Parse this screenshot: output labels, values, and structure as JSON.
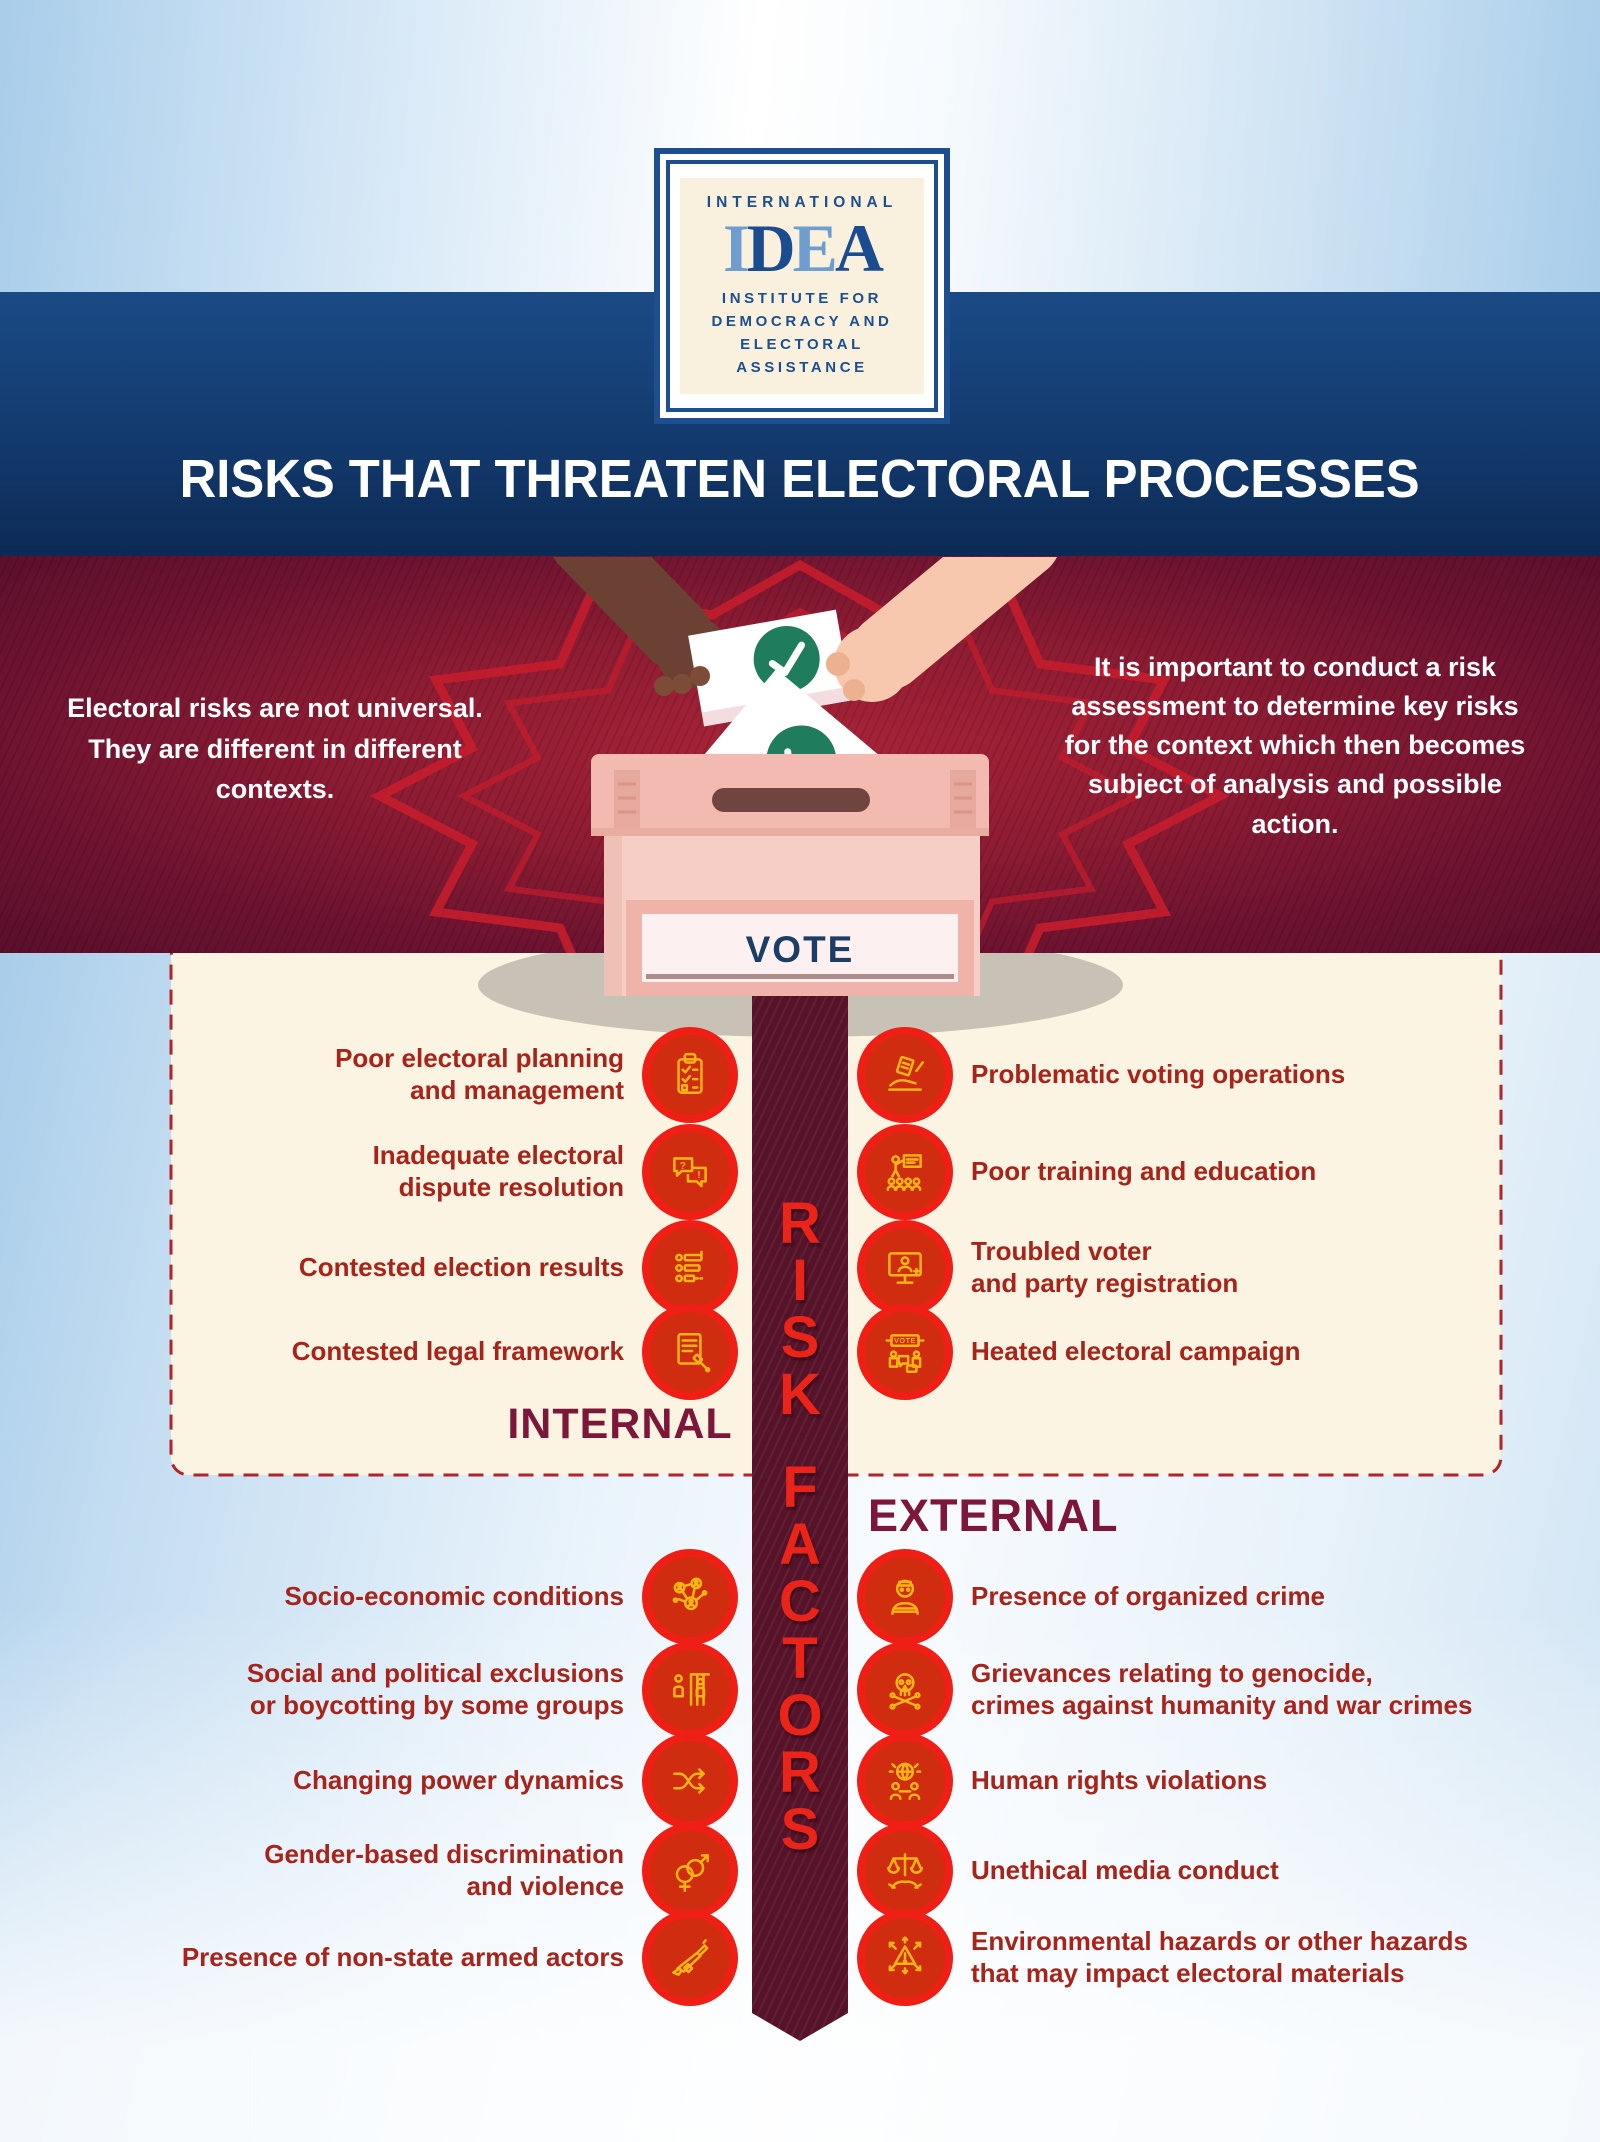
{
  "logo": {
    "kicker": "INTERNATIONAL",
    "acronym_letters": [
      "I",
      "D",
      "E",
      "A"
    ],
    "lines": [
      "INSTITUTE FOR",
      "DEMOCRACY AND",
      "ELECTORAL",
      "ASSISTANCE"
    ]
  },
  "header": {
    "title": "RISKS THAT THREATEN ELECTORAL PROCESSES"
  },
  "intro": {
    "left": "Electoral risks are not universal.\nThey are different in different\ncontexts.",
    "right": "It is important to conduct a risk\nassessment to determine key risks\nfor the context which then becomes\nsubject of analysis and possible\naction."
  },
  "ballot_box": {
    "vote_label": "VOTE"
  },
  "banner": {
    "label": "RISK FACTORS",
    "letters": [
      "R",
      "I",
      "S",
      "K",
      "F",
      "A",
      "C",
      "T",
      "O",
      "R",
      "S"
    ]
  },
  "sections": {
    "internal": {
      "heading": "INTERNAL",
      "left": [
        {
          "label": "Poor electoral planning\nand management",
          "icon": "clipboard-checklist-icon"
        },
        {
          "label": "Inadequate electoral\ndispute resolution",
          "icon": "dispute-speech-bubbles-icon"
        },
        {
          "label": "Contested election results",
          "icon": "election-results-icon"
        },
        {
          "label": "Contested legal framework",
          "icon": "legal-document-icon"
        }
      ],
      "right": [
        {
          "label": "Problematic voting operations",
          "icon": "ballot-hand-icon"
        },
        {
          "label": "Poor training and education",
          "icon": "training-presentation-icon"
        },
        {
          "label": "Troubled voter\nand party registration",
          "icon": "registration-monitor-icon"
        },
        {
          "label": "Heated electoral campaign",
          "icon": "campaign-banner-icon"
        }
      ]
    },
    "external": {
      "heading": "EXTERNAL",
      "left": [
        {
          "label": "Socio-economic conditions",
          "icon": "network-people-icon"
        },
        {
          "label": "Social and political exclusions\nor boycotting by some groups",
          "icon": "exclusion-bars-icon"
        },
        {
          "label": "Changing power dynamics",
          "icon": "shuffle-arrows-icon"
        },
        {
          "label": "Gender-based discrimination\nand violence",
          "icon": "gender-symbols-icon"
        },
        {
          "label": "Presence of non-state armed actors",
          "icon": "rifle-icon"
        }
      ],
      "right": [
        {
          "label": "Presence of organized crime",
          "icon": "criminal-person-icon"
        },
        {
          "label": "Grievances relating to genocide,\ncrimes against humanity and war crimes",
          "icon": "skull-crossbones-icon"
        },
        {
          "label": "Human rights violations",
          "icon": "globe-people-icon"
        },
        {
          "label": "Unethical media conduct",
          "icon": "scales-hands-icon"
        },
        {
          "label": "Environmental hazards or other hazards\nthat may impact electoral materials",
          "icon": "hazard-triangle-icon"
        }
      ]
    }
  },
  "colors": {
    "navy": "#123d73",
    "red_band": "#8c1b33",
    "item_red": "#a8231a",
    "heading_maroon": "#7d1638",
    "icon_ring": "#ef1f16",
    "icon_fill": "#cf2c10",
    "icon_glyph": "#f8b513",
    "banner_maroon": "#551229",
    "banner_letter": "#ea2418",
    "cream_panel": "#fbf4e2",
    "check_green": "#1f7c5c",
    "vote_navy": "#1c3e66"
  }
}
